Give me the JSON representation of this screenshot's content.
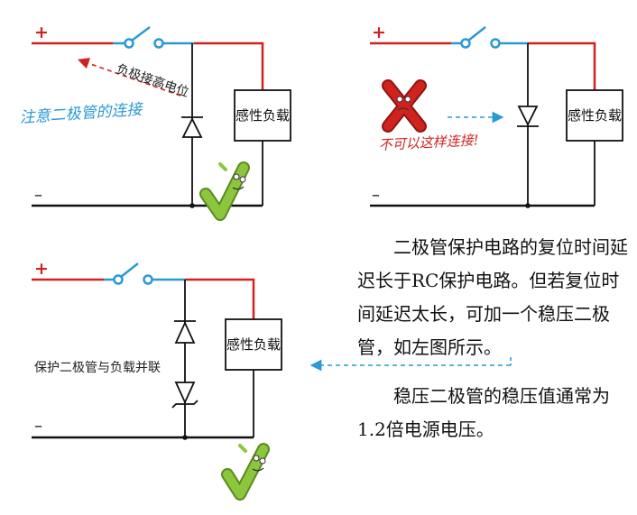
{
  "circuits": {
    "load_label": "感性负载",
    "plus_sign": "+",
    "minus_sign": "–"
  },
  "panel_correct": {
    "negative_high_note": "负极接高电位",
    "hand_note": "注意二极管的连接"
  },
  "panel_wrong": {
    "hand_note": "不可以这样连接!"
  },
  "panel_zener": {
    "side_label": "保护二极管与负载并联"
  },
  "text": {
    "paragraph1": "二极管保护电路的复位时间延迟长于RC保护电路。但若复位时间延迟太长，可加一个稳压二极管，如左图所示。",
    "paragraph2": "稳压二极管的稳压值通常为1.2倍电源电压。"
  },
  "colors": {
    "positive_wire": "#d0231f",
    "ground_wire": "#111111",
    "switch": "#2a9ad6",
    "check_green": "#8cc63f",
    "cross_red": "#d0231f"
  }
}
